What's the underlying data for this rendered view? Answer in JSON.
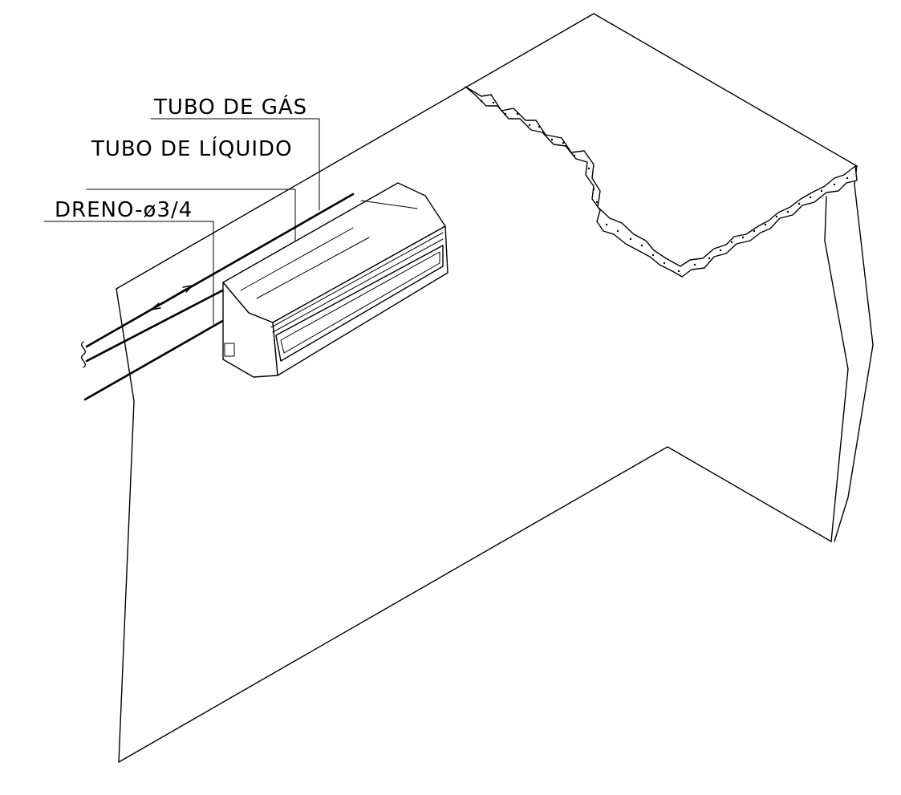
{
  "labels": {
    "gas_pipe": "TUBO DE GÁS",
    "liquid_pipe": "TUBO DE LÍQUIDO",
    "drain": "DRENO-ø3/4"
  },
  "colors": {
    "line": "#000000",
    "background": "#ffffff"
  }
}
